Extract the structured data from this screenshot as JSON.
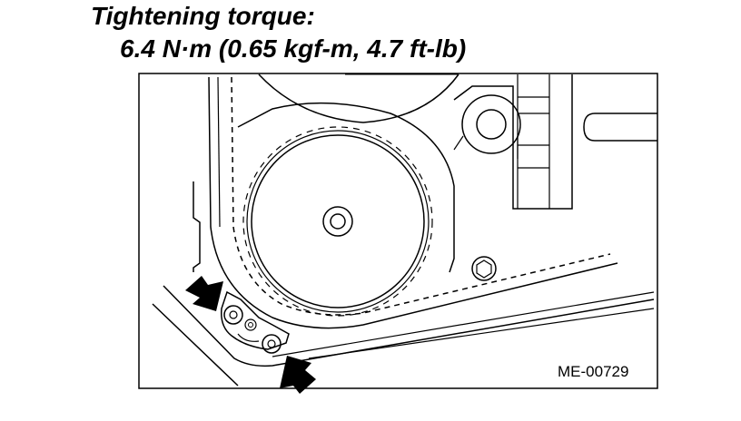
{
  "heading": {
    "line1": "Tightening torque:",
    "line2": "6.4 N·m (0.65 kgf-m, 4.7 ft-lb)"
  },
  "figure": {
    "code": "ME-00729",
    "callouts": [
      "arrow-icon",
      "arrow-icon"
    ]
  },
  "colors": {
    "ink": "#000000",
    "paper": "#ffffff"
  }
}
